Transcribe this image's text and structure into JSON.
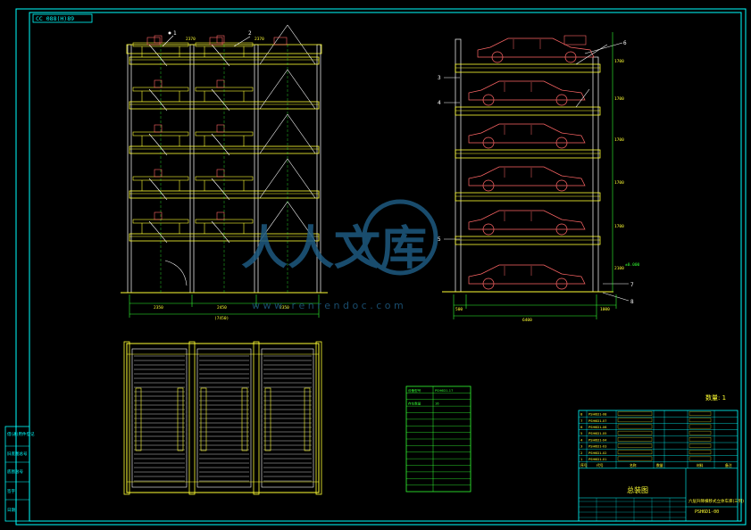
{
  "title_block_top": "CC 088(H)89",
  "front_view": {
    "balloons": [
      "1",
      "2"
    ],
    "top_dims": [
      "2370",
      "2370"
    ],
    "bottom_dims": [
      "2350",
      "2450",
      "2350"
    ],
    "total_dim": "(7450)"
  },
  "side_view": {
    "balloons_right": [
      "6",
      "7",
      "8"
    ],
    "balloons_left": [
      "3",
      "4",
      "5"
    ],
    "level_dims": [
      "1700",
      "1700",
      "1700",
      "1700",
      "1700",
      "2100"
    ],
    "bottom_dims": [
      "500",
      "6400",
      "1000"
    ],
    "ground_note": "±0.000"
  },
  "spec_table": {
    "rows": [
      [
        "设备型号",
        "PSH6D1-17"
      ],
      [
        "",
        ""
      ],
      [
        "存车数量",
        "16"
      ],
      [
        "",
        ""
      ],
      [
        "",
        ""
      ],
      [
        "",
        ""
      ],
      [
        "",
        ""
      ],
      [
        "",
        ""
      ],
      [
        "",
        ""
      ],
      [
        "",
        ""
      ],
      [
        "",
        ""
      ],
      [
        "",
        ""
      ],
      [
        "",
        ""
      ],
      [
        "",
        ""
      ],
      [
        "",
        ""
      ],
      [
        "",
        ""
      ]
    ]
  },
  "title_block": {
    "qty_label": "数量: 1",
    "parts": [
      [
        "8",
        "PSH6D1-08"
      ],
      [
        "7",
        "PSH6D1-07"
      ],
      [
        "6",
        "PSH6D1-06"
      ],
      [
        "5",
        "PSH6D1-05"
      ],
      [
        "4",
        "PSH6D1-04"
      ],
      [
        "3",
        "PSH6D1-03"
      ],
      [
        "2",
        "PSH6D1-02"
      ],
      [
        "1",
        "PSH6D1-01"
      ]
    ],
    "header": [
      "序号",
      "代号",
      "名称",
      "数量",
      "材料",
      "备注"
    ],
    "drawing_name": "总装图",
    "project_name": "六层升降横移式立体车库(三列)",
    "drawing_no": "PSH6D1-00"
  },
  "left_strip": [
    "借(通)用件登记",
    "旧底图总号",
    "底图总号",
    "签字",
    "日期"
  ],
  "watermark": {
    "text": "人人文库",
    "url": "w w w . r e n r e n d o c . c o m"
  },
  "colors": {
    "frame": "#00ffff",
    "steel": "#ffff33",
    "car": "#ff6666",
    "green": "#33ff33",
    "white": "#ffffff",
    "blue": "#3355ff",
    "watermark": "#1e5a80"
  }
}
